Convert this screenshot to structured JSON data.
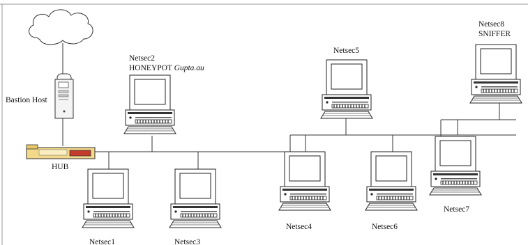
{
  "diagram": {
    "nodes": {
      "cloud": {
        "icon": "cloud-icon"
      },
      "bastion": {
        "label": "Bastion Host",
        "icon": "bastion-host-icon"
      },
      "hub": {
        "label": "HUB",
        "icon": "hub-icon"
      },
      "netsec1": {
        "label": "Netsec1",
        "icon": "workstation-icon"
      },
      "netsec2": {
        "label_line1": "Netsec2",
        "label_line2": "HONEYPOT",
        "label_italic": "Gupta.au",
        "icon": "workstation-icon"
      },
      "netsec3": {
        "label": "Netsec3",
        "icon": "workstation-icon"
      },
      "netsec4": {
        "label": "Netsec4",
        "icon": "workstation-icon"
      },
      "netsec5": {
        "label": "Netsec5",
        "icon": "workstation-icon"
      },
      "netsec6": {
        "label": "Netsec6",
        "icon": "workstation-icon"
      },
      "netsec7": {
        "label": "Netsec7",
        "icon": "workstation-icon"
      },
      "netsec8": {
        "label_line1": "Netsec8",
        "label_line2": "SNIFFER",
        "icon": "workstation-icon"
      }
    },
    "colors": {
      "hub_body": "#f3d98a",
      "hub_accent": "#c43b2b",
      "line": "#333333"
    }
  }
}
